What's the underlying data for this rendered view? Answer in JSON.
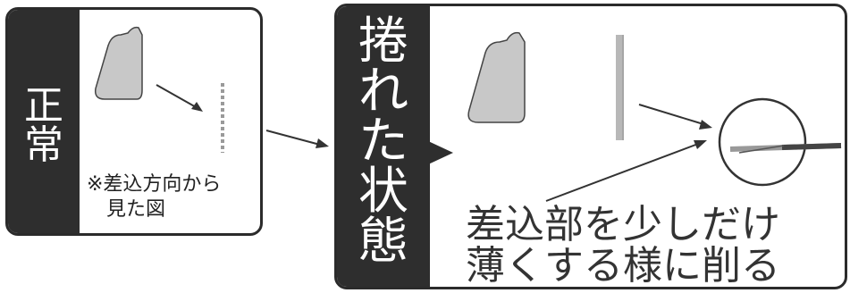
{
  "panels": {
    "normal": {
      "label": [
        "正",
        "常"
      ],
      "note": "※差込方向から\n　見た図"
    },
    "curled": {
      "label": [
        "捲",
        "れ",
        "た",
        "状",
        "態"
      ],
      "caption": "差込部を少しだけ\n薄くする様に削る"
    }
  },
  "colors": {
    "band": "#2e2e2e",
    "border": "#2b2b2b",
    "part_fill": "#c8c8c8",
    "arrow": "#333333"
  }
}
